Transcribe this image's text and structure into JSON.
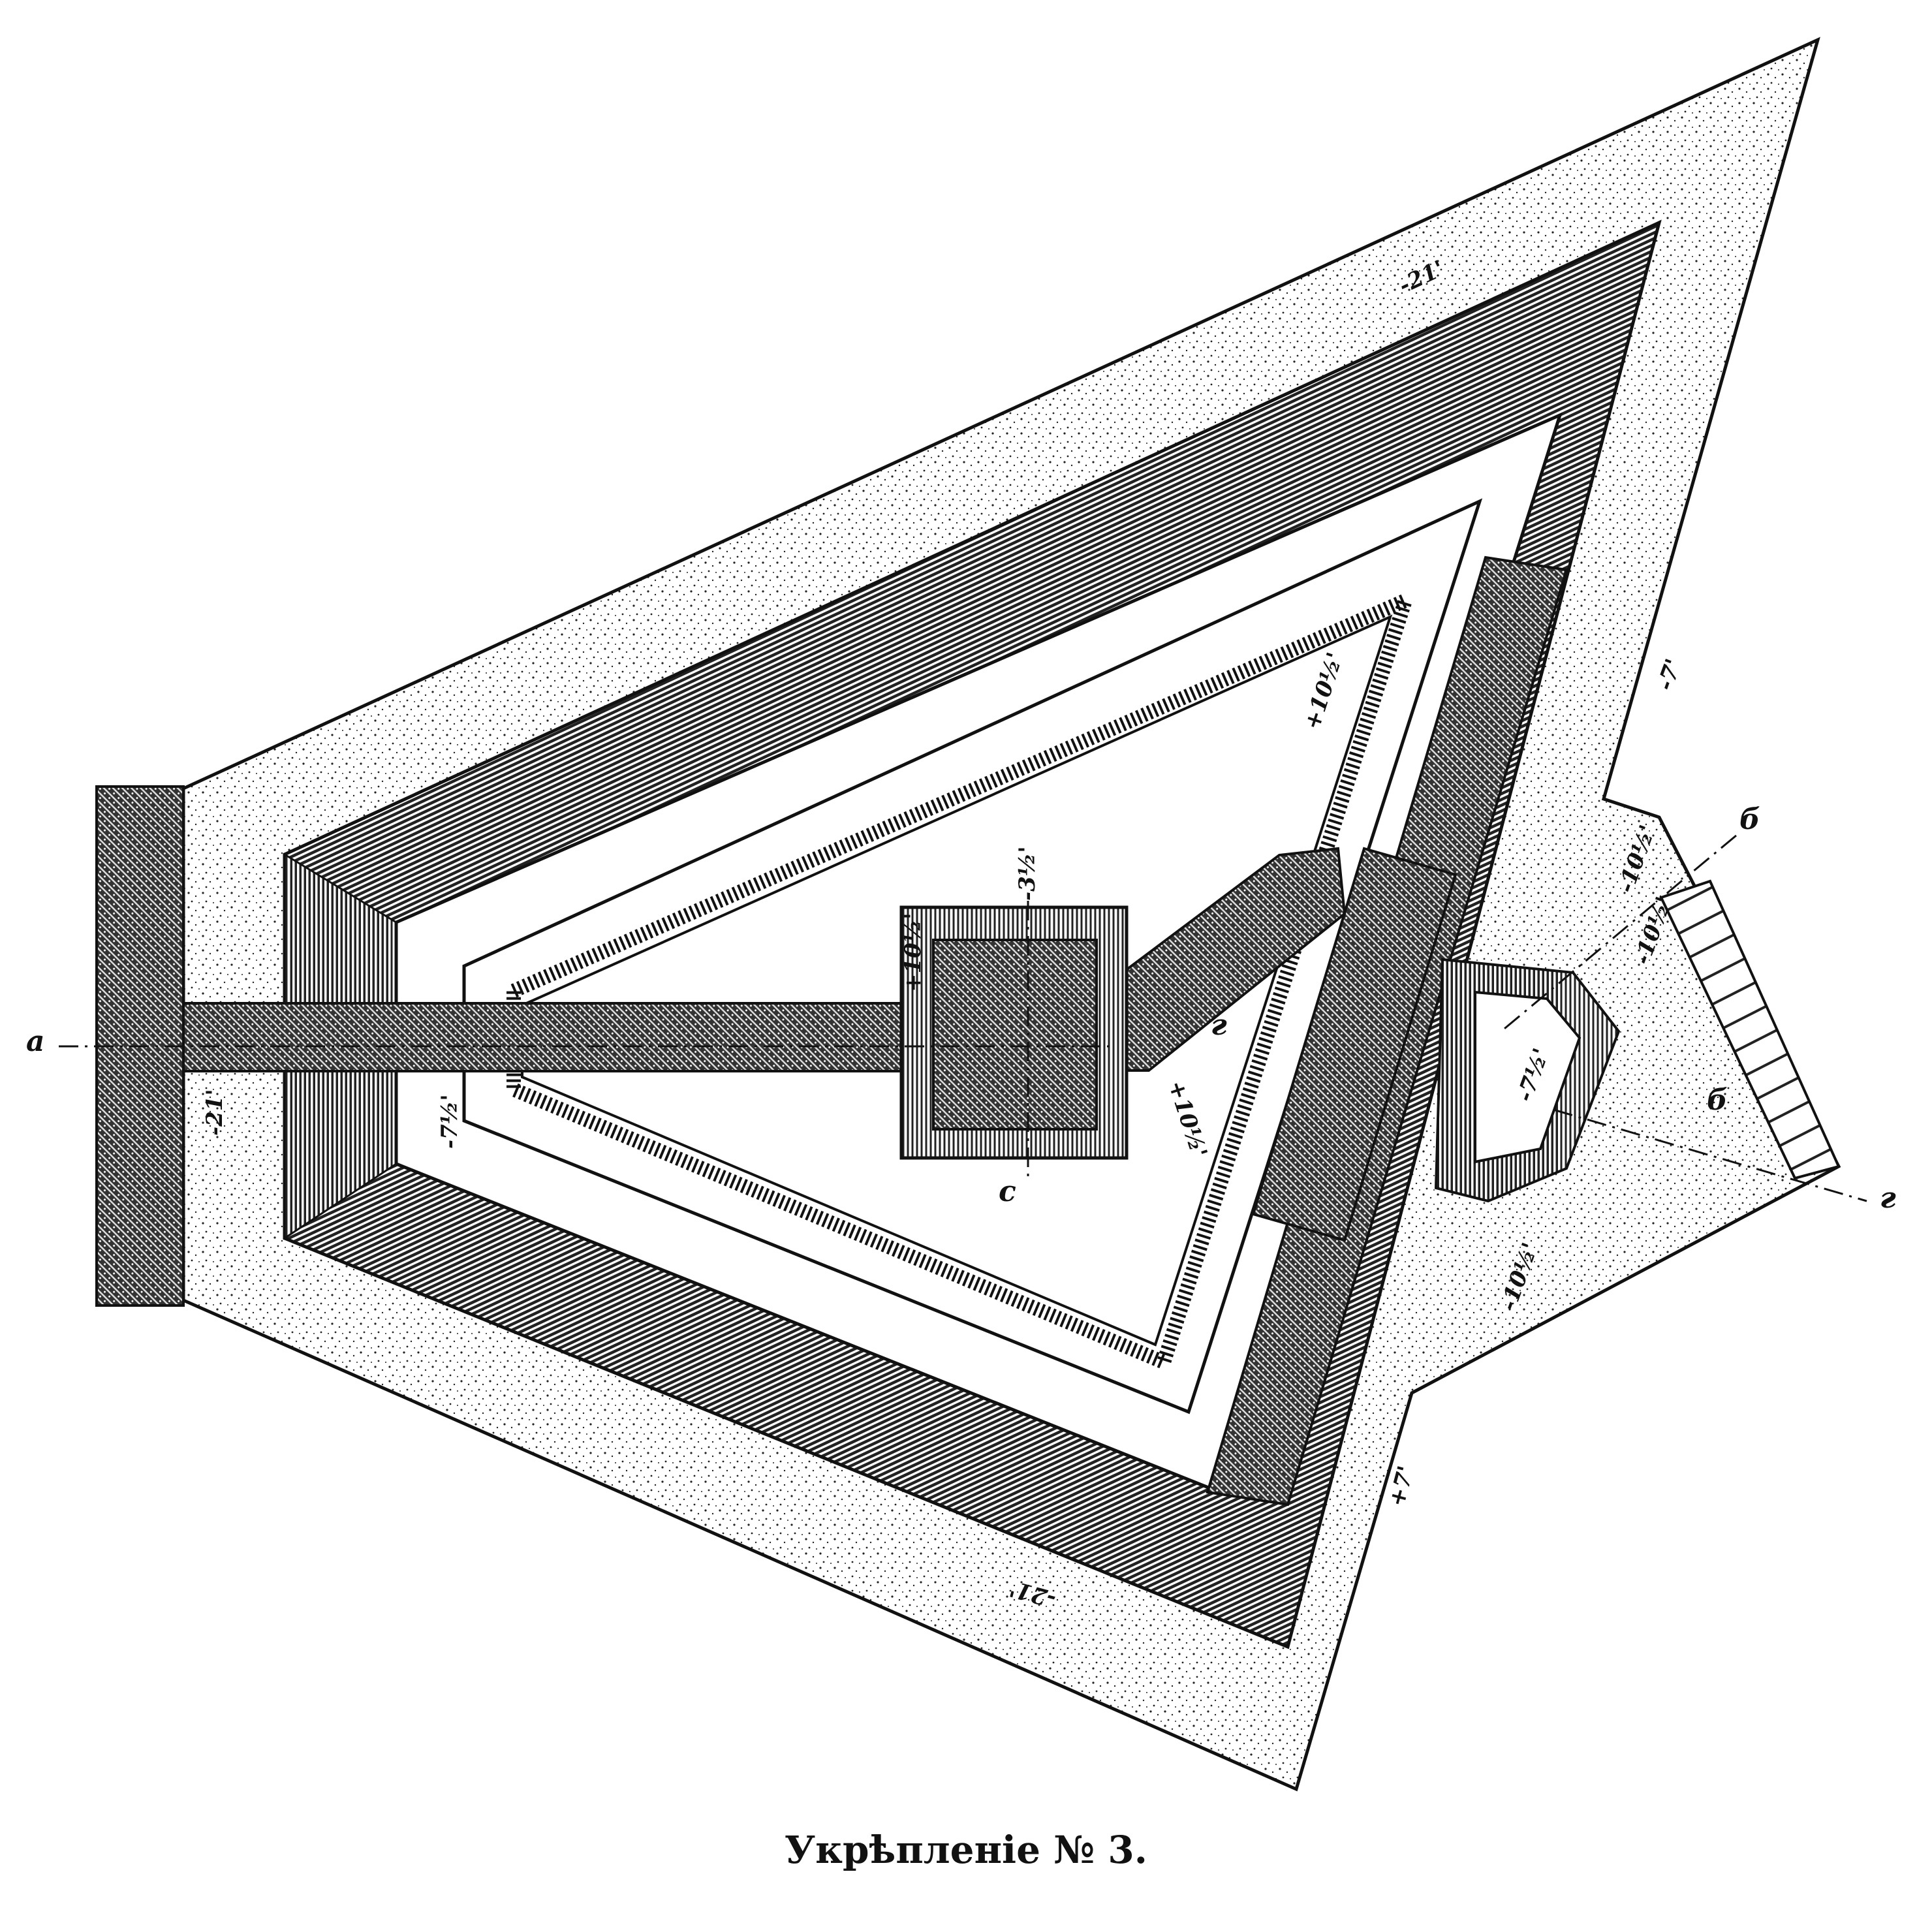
{
  "caption": "Укрѣпленіе № 3.",
  "labels": {
    "point_a": "a",
    "point_b": "б",
    "point_b2": "б",
    "point_v": "c",
    "point_g": "г",
    "point_g2": "г",
    "elev_top": "-21'",
    "elev_left": "-21'",
    "elev_bottom": "-21'",
    "elev_right_top": "-7'",
    "elev_right_bottom": "+7'",
    "elev_salient": "+10½'",
    "elev_center_top": "-3½'",
    "elev_center": "+10½'",
    "elev_gorge_lower": "+10½'",
    "elev_gorge_1": "-10½'",
    "elev_gorge_2": "-10½'",
    "elev_gorge_3": "-10½'",
    "elev_lunette": "-7½'",
    "elev_left_inner": "-7½'"
  },
  "colors": {
    "ink": "#111111",
    "paper": "#ffffff"
  }
}
